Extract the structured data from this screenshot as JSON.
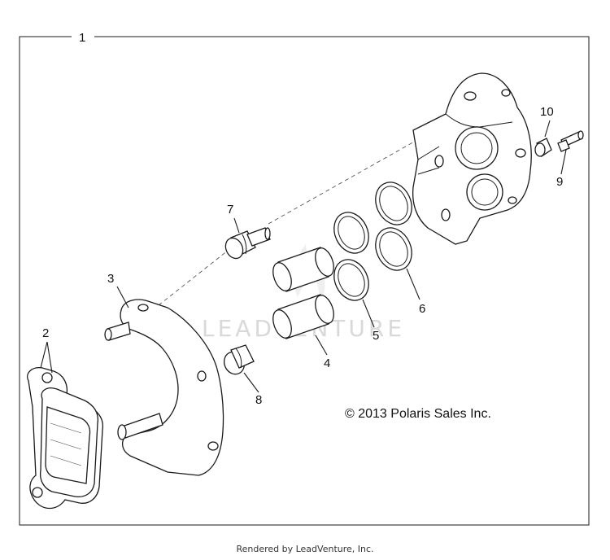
{
  "diagram": {
    "assembly_number": "1",
    "callouts": [
      {
        "id": "2",
        "part": "brake-pads"
      },
      {
        "id": "3",
        "part": "caliper-bracket"
      },
      {
        "id": "4",
        "part": "piston"
      },
      {
        "id": "5",
        "part": "seal-inner"
      },
      {
        "id": "6",
        "part": "seal-outer"
      },
      {
        "id": "7",
        "part": "slide-pin-boot-upper"
      },
      {
        "id": "8",
        "part": "slide-pin-boot-lower"
      },
      {
        "id": "9",
        "part": "bleeder-screw"
      },
      {
        "id": "10",
        "part": "bleeder-cap"
      }
    ],
    "copyright": "© 2013 Polaris Sales Inc.",
    "watermark": "LEADVENTURE"
  },
  "footer": {
    "rendered_by": "Rendered by LeadVenture, Inc."
  }
}
